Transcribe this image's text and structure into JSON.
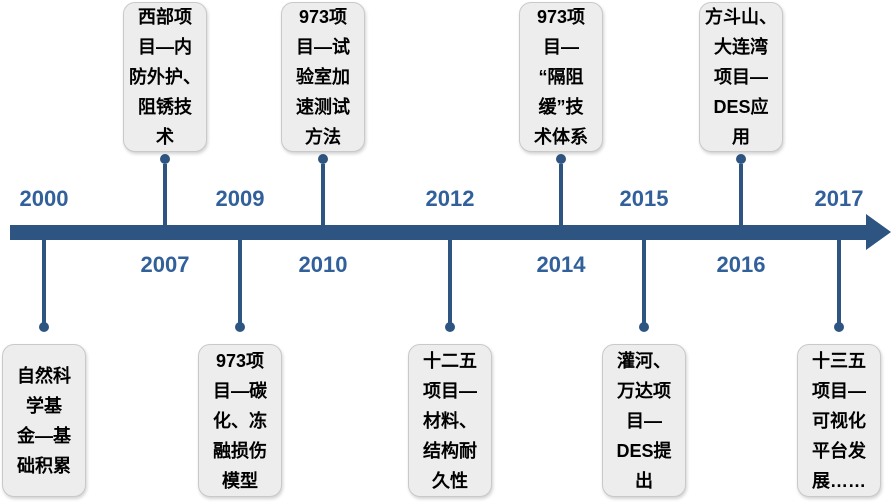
{
  "colors": {
    "timeline_blue": "#2E5582",
    "year_text_blue": "#31609B",
    "box_fill": "#EDEDED",
    "box_border": "#C9C9C9",
    "box_text": "#000000"
  },
  "timeline": {
    "items": [
      {
        "year": "2000",
        "box_position": "below",
        "text": "自然科\n学基\n金—基\n础积累"
      },
      {
        "year": "2007",
        "box_position": "above",
        "text": "西部项\n目—内\n防外护、\n阻锈技\n术"
      },
      {
        "year": "2009",
        "box_position": "below",
        "text": "973项\n目—碳\n化、冻\n融损伤\n模型"
      },
      {
        "year": "2010",
        "box_position": "above",
        "text": "973项\n目—试\n验室加\n速测试\n方法"
      },
      {
        "year": "2012",
        "box_position": "below",
        "text": "十二五\n项目—\n材料、\n结构耐\n久性"
      },
      {
        "year": "2014",
        "box_position": "above",
        "text": "973项\n目—\n“隔阻\n缓”技\n术体系"
      },
      {
        "year": "2015",
        "box_position": "below",
        "text": "灌河、\n万达项\n目—\nDES提\n出"
      },
      {
        "year": "2016",
        "box_position": "above",
        "text": "方斗山、\n大连湾\n项目—\nDES应\n用"
      },
      {
        "year": "2017",
        "box_position": "below",
        "text": "十三五\n项目—\n可视化\n平台发\n展……"
      }
    ]
  }
}
